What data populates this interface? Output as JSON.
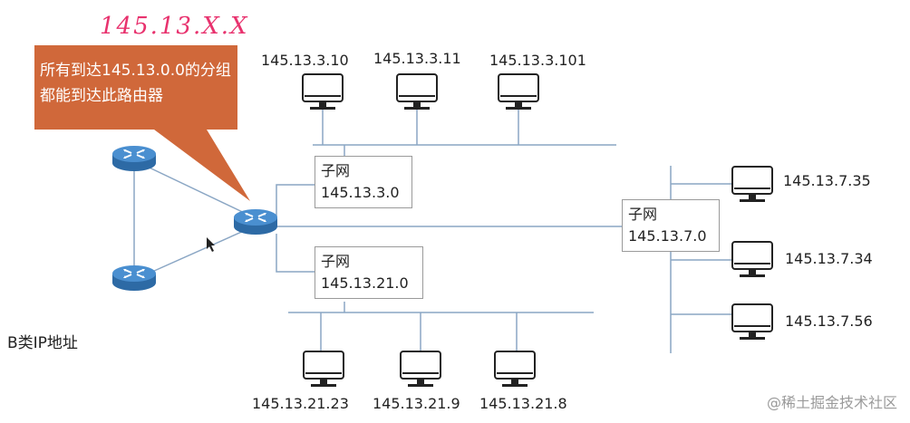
{
  "handwritten_note": "145.13.X.X",
  "callout": {
    "text": "所有到达145.13.0.0的分组都能到达此路由器",
    "color": "#d0683a"
  },
  "class_label": "B类IP地址",
  "subnets": {
    "top": {
      "label": "子网",
      "address": "145.13.3.0"
    },
    "bottom": {
      "label": "子网",
      "address": "145.13.21.0"
    },
    "right": {
      "label": "子网",
      "address": "145.13.7.0"
    }
  },
  "hosts": {
    "top": [
      "145.13.3.10",
      "145.13.3.11",
      "145.13.3.101"
    ],
    "bottom": [
      "145.13.21.23",
      "145.13.21.9",
      "145.13.21.8"
    ],
    "right": [
      "145.13.7.35",
      "145.13.7.34",
      "145.13.7.56"
    ]
  },
  "watermark": "@稀土掘金技术社区",
  "colors": {
    "router": "#3a7fc1",
    "line": "#8aa6c4",
    "accent": "#e8326e"
  }
}
